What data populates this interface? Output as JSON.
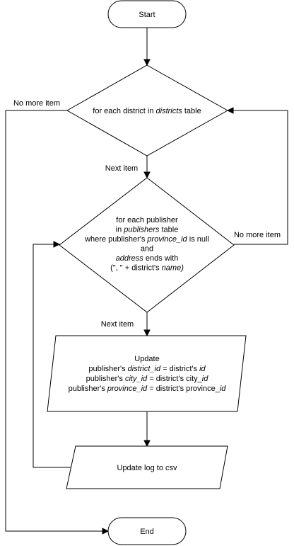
{
  "start": {
    "label": "Start"
  },
  "end": {
    "label": "End"
  },
  "loop_district": {
    "segments": [
      {
        "text": "for each district in ",
        "italic": false
      },
      {
        "text": "districts",
        "italic": true
      },
      {
        "text": " table",
        "italic": false
      }
    ],
    "next_label": "Next item",
    "exit_label": "No more item"
  },
  "loop_publisher": {
    "lines": [
      [
        {
          "text": "for each publisher",
          "italic": false
        }
      ],
      [
        {
          "text": "in ",
          "italic": false
        },
        {
          "text": "publishers",
          "italic": true
        },
        {
          "text": " table",
          "italic": false
        }
      ],
      [
        {
          "text": "where publisher's ",
          "italic": false
        },
        {
          "text": "province_id",
          "italic": true
        },
        {
          "text": " is null",
          "italic": false
        }
      ],
      [
        {
          "text": "and",
          "italic": false
        }
      ],
      [
        {
          "text": "address",
          "italic": true
        },
        {
          "text": " ends with",
          "italic": false
        }
      ],
      [
        {
          "text": "(\", \" + district's ",
          "italic": false
        },
        {
          "text": "name)",
          "italic": true
        }
      ]
    ],
    "next_label": "Next item",
    "exit_label": "No more item"
  },
  "update": {
    "lines": [
      [
        {
          "text": "Update",
          "italic": false
        }
      ],
      [
        {
          "text": "publisher's ",
          "italic": false
        },
        {
          "text": "district_id",
          "italic": true
        },
        {
          "text": " = district's ",
          "italic": false
        },
        {
          "text": "id",
          "italic": true
        }
      ],
      [
        {
          "text": "publisher's ",
          "italic": false
        },
        {
          "text": "city_id",
          "italic": true
        },
        {
          "text": " = district's city_",
          "italic": false
        },
        {
          "text": "id",
          "italic": true
        }
      ],
      [
        {
          "text": "publisher's ",
          "italic": false
        },
        {
          "text": "province_id",
          "italic": true
        },
        {
          "text": " = district's province_",
          "italic": false
        },
        {
          "text": "id",
          "italic": true
        }
      ]
    ]
  },
  "log": {
    "label": "Update log to csv"
  }
}
